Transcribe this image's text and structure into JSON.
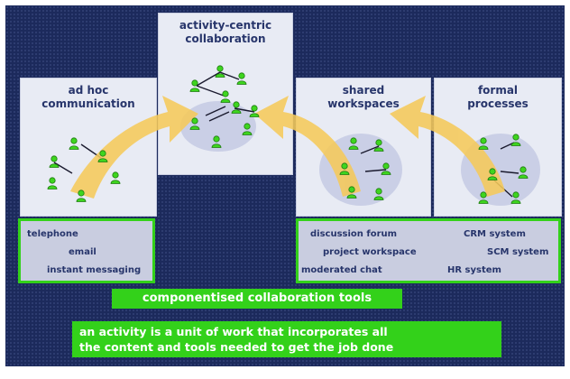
{
  "columns": {
    "adhoc": {
      "title": "ad hoc\ncommunication"
    },
    "activity": {
      "title": "activity-centric\ncollaboration"
    },
    "shared": {
      "title": "shared\nworkspaces"
    },
    "formal": {
      "title": "formal\nprocesses"
    }
  },
  "tools": {
    "adhoc": [
      "telephone",
      "email",
      "instant messaging"
    ],
    "shared": [
      "discussion forum",
      "project workspace",
      "moderated chat"
    ],
    "formal": [
      "CRM system",
      "SCM system",
      "HR system"
    ]
  },
  "banners": {
    "tools": "componentised collaboration tools",
    "definition": "an activity is a unit of work that incorporates all\nthe content and tools needed to get the job done"
  },
  "colors": {
    "background": "#1c2a5c",
    "box": "#e8ebf4",
    "green": "#33d11a",
    "arrow": "#f5c95a",
    "text": "#27356b"
  },
  "icons": [
    "person-icon",
    "curved-arrow-icon"
  ]
}
